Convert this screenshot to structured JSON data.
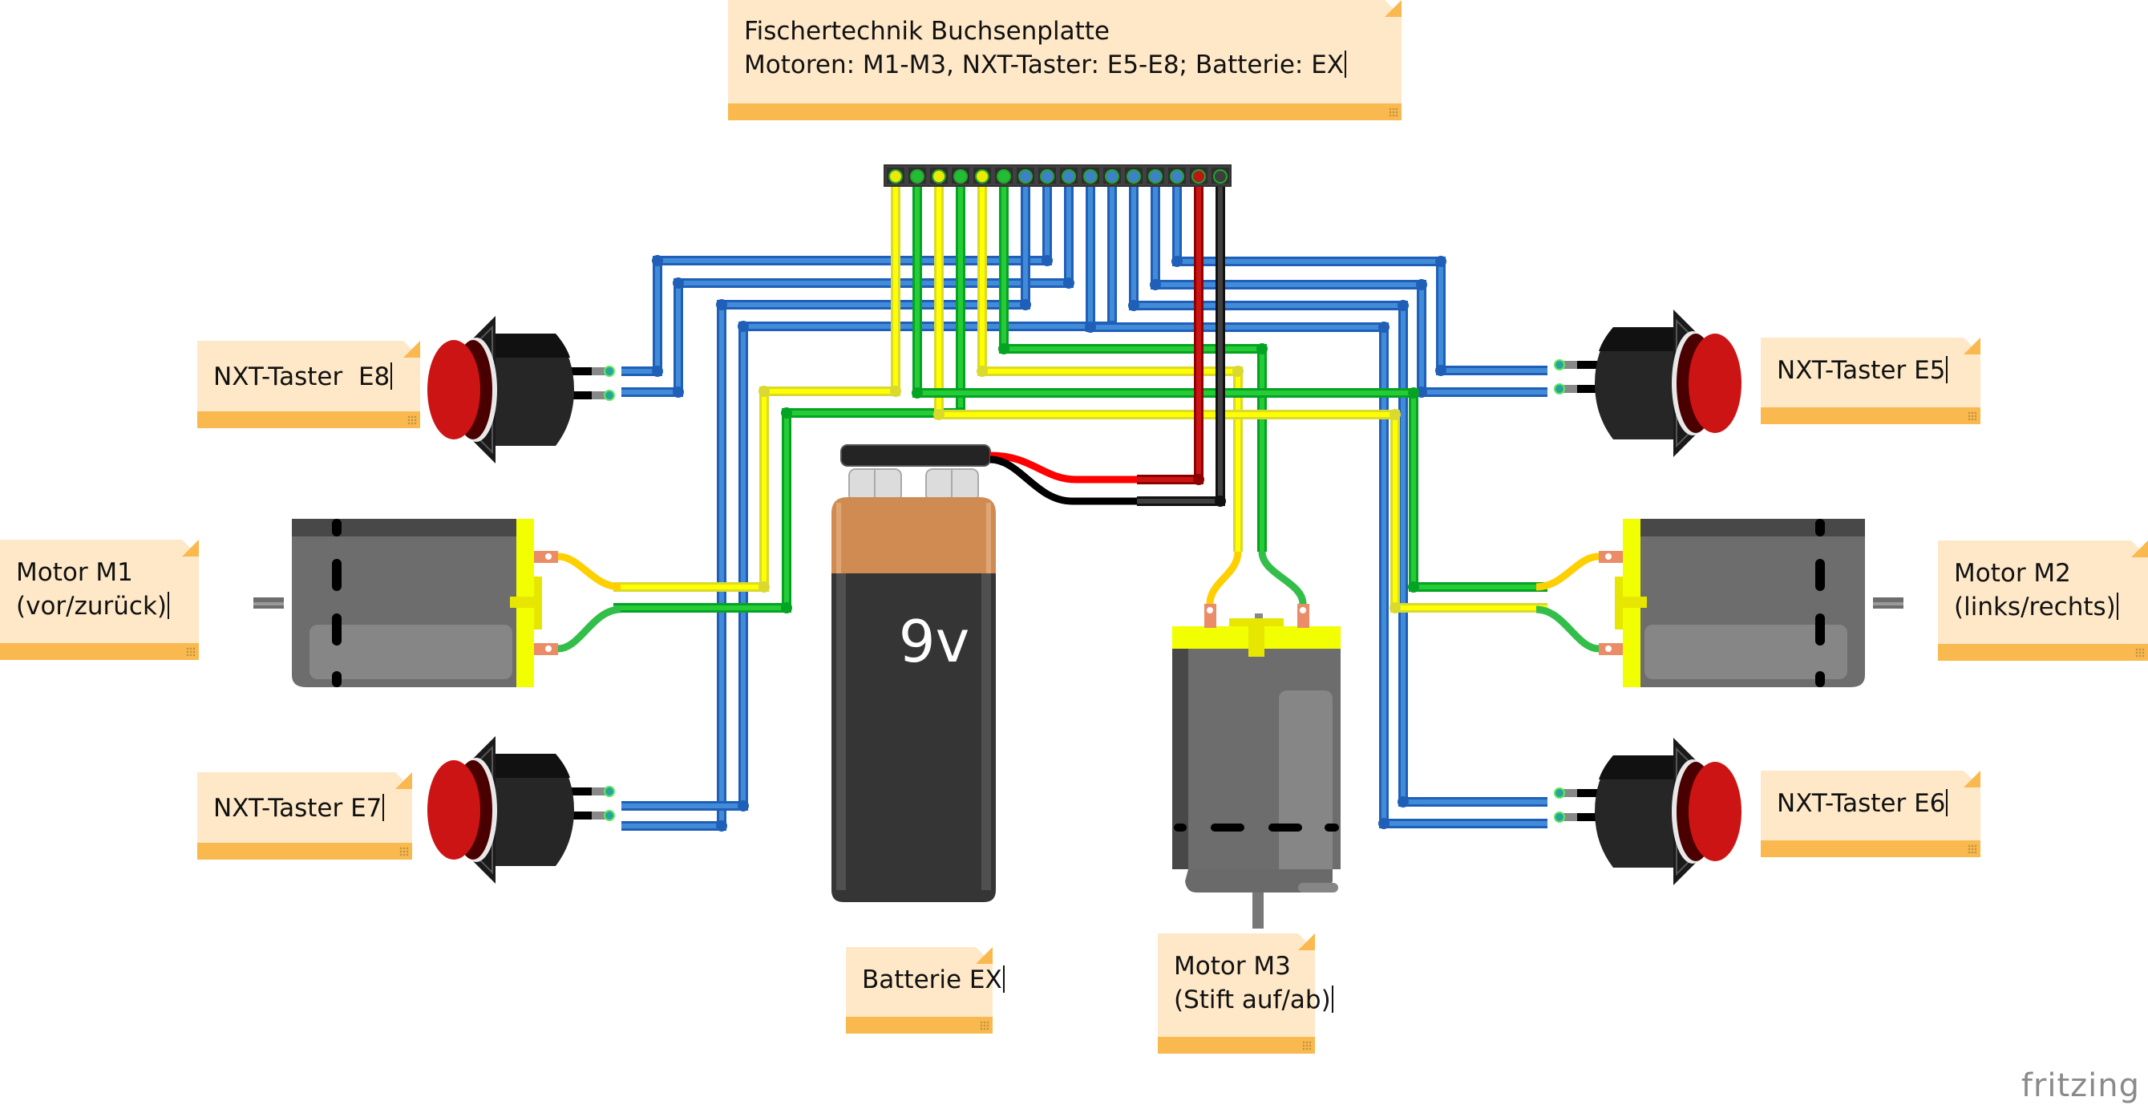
{
  "notes": {
    "header": {
      "line1": "Fischertechnik Buchsenplatte",
      "line2": "Motoren: M1-M3, NXT-Taster: E5-E8; Batterie: EX"
    },
    "taster_e8": {
      "line1": "NXT-Taster  E8"
    },
    "taster_e7": {
      "line1": "NXT-Taster E7"
    },
    "taster_e5": {
      "line1": "NXT-Taster E5"
    },
    "taster_e6": {
      "line1": "NXT-Taster E6"
    },
    "motor_m1": {
      "line1": "Motor M1",
      "line2": "(vor/zurück)"
    },
    "motor_m2": {
      "line1": "Motor M2",
      "line2": "(links/rechts)"
    },
    "motor_m3": {
      "line1": "Motor M3",
      "line2": "(Stift auf/ab)"
    },
    "battery": {
      "line1": "Batterie EX"
    }
  },
  "battery": {
    "label": "9v"
  },
  "connector": {
    "pins": 16,
    "wire_colors": [
      "yellow",
      "green",
      "yellow",
      "green",
      "yellow",
      "green",
      "blue",
      "blue",
      "blue",
      "blue",
      "blue",
      "blue",
      "blue",
      "blue",
      "red",
      "black"
    ]
  },
  "colors": {
    "wire_blue": "#418bd9",
    "wire_blue_edge": "#1f5fb8",
    "wire_yellow": "#ffff00",
    "wire_yellow_edge": "#d9d92e",
    "wire_green": "#25cc36",
    "wire_green_edge": "#05a323",
    "wire_red": "#cc1414",
    "wire_red_edge": "#8c0000",
    "wire_black": "#404040",
    "wire_black_edge": "#111111",
    "note_bg": "#fee8c8",
    "note_bar": "#f9b94e",
    "button_red": "#cc1414",
    "motor_gray": "#6d6d6d",
    "motor_cap": "#f2ff00",
    "battery_copper": "#d08b52",
    "battery_body": "#353535"
  },
  "branding": {
    "logo": "fritzing"
  }
}
